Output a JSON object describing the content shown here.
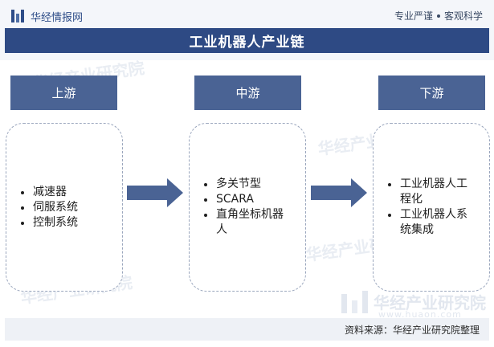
{
  "header": {
    "brand": "华经情报网",
    "slogan_left": "专业严谨",
    "slogan_right": "客观科学"
  },
  "title": "工业机器人产业链",
  "stages": [
    {
      "label": "上游",
      "items": [
        "减速器",
        "伺服系统",
        "控制系统"
      ]
    },
    {
      "label": "中游",
      "items": [
        "多关节型",
        "SCARA",
        "直角坐标机器人"
      ]
    },
    {
      "label": "下游",
      "items": [
        "工业机器人工程化",
        "工业机器人系统集成"
      ]
    }
  ],
  "watermark": {
    "text": "华经产业研究院",
    "url": "www.huaon.com"
  },
  "footer": {
    "source": "资料来源：华经产业研究院整理"
  },
  "colors": {
    "title_bar": "#2e4a84",
    "stage_header": "#4a6394",
    "arrow": "#4a6394"
  }
}
